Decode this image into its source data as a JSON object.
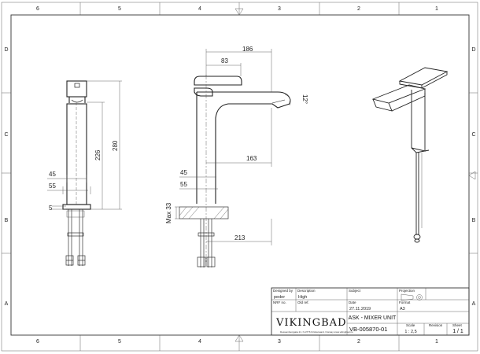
{
  "zones": {
    "columns": [
      "6",
      "5",
      "4",
      "3",
      "2",
      "1"
    ],
    "rows": [
      "D",
      "C",
      "B",
      "A"
    ]
  },
  "dimensions": {
    "side": {
      "d45": "45",
      "d55": "55",
      "d5": "5",
      "d226": "226",
      "d280": "280"
    },
    "front": {
      "d186": "186",
      "d83": "83",
      "d12": "12°",
      "d45": "45",
      "d55": "55",
      "d163": "163",
      "dmax33": "Max 33",
      "d213": "213"
    }
  },
  "title_block": {
    "designed_by_label": "Designed by",
    "designed_by": "peder",
    "description_label": "Description",
    "description": "High",
    "subject_label": "Subject",
    "projection_label": "Projection",
    "nrf_label": "NRF no.",
    "old_ref_label": "Old ref.",
    "date_label": "Date",
    "date": "27.11.2019",
    "format_label": "Format",
    "format": "A3",
    "logo_text": "VIKINGBAD",
    "address": "Dessemberggata 21, N-3776 Kristiansand, Norway    www.vikingbad.no",
    "title": "ASK - MIXER UNIT",
    "drawing_number": "VB-005870-01",
    "scale_label": "Scale",
    "scale": "1 : 2,5",
    "revision_label": "Revision",
    "sheet_label": "Sheet",
    "sheet": "1 / 1"
  }
}
